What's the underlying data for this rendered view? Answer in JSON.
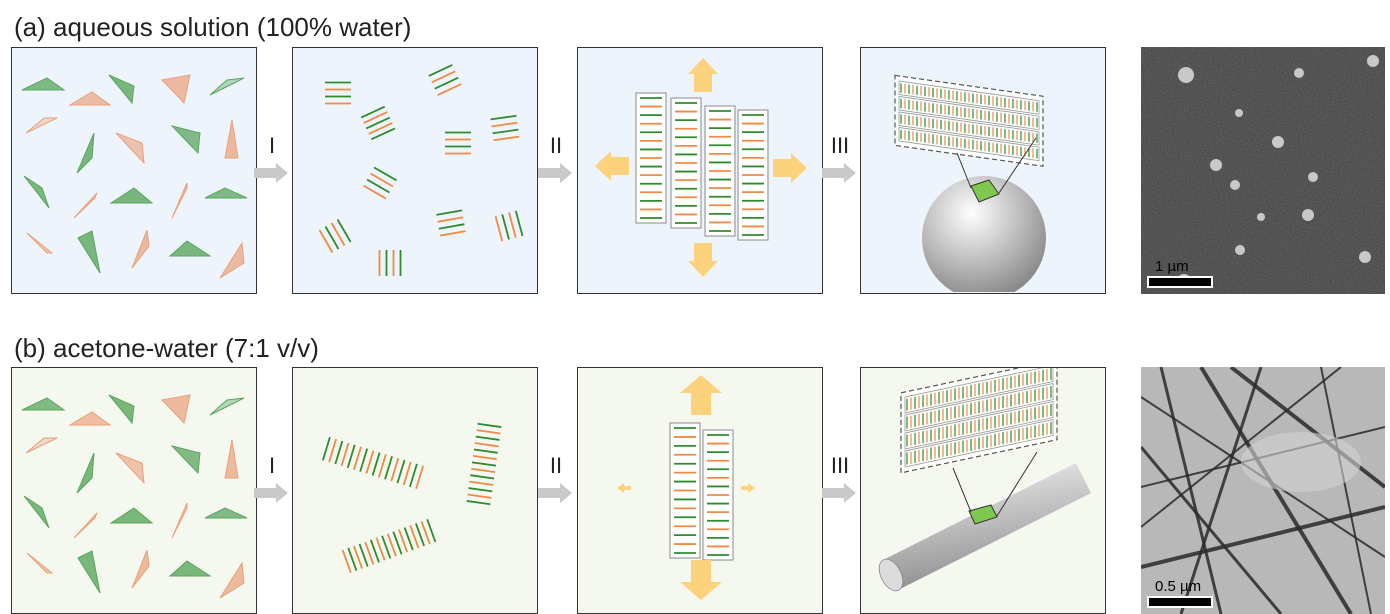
{
  "rows": [
    {
      "id": "a",
      "title": "(a) aqueous solution (100% water)",
      "panel_bg": "#eef4fb",
      "scale_label": "1 µm",
      "morphology": "sphere"
    },
    {
      "id": "b",
      "title": "(b) acetone-water (7:1 v/v)",
      "panel_bg": "#f5f8ef",
      "scale_label": "0.5 µm",
      "morphology": "fiber"
    }
  ],
  "steps": [
    "I",
    "II",
    "III"
  ],
  "colors": {
    "green_triangle": "#5aa65e",
    "orange_triangle": "#e9a079",
    "green_line": "#2e8b2e",
    "orange_line": "#f08a45",
    "growth_arrow": "#fcd27d",
    "step_arrow": "#c9c9c9",
    "patch": "#7ec850",
    "panel_border": "#333333"
  }
}
